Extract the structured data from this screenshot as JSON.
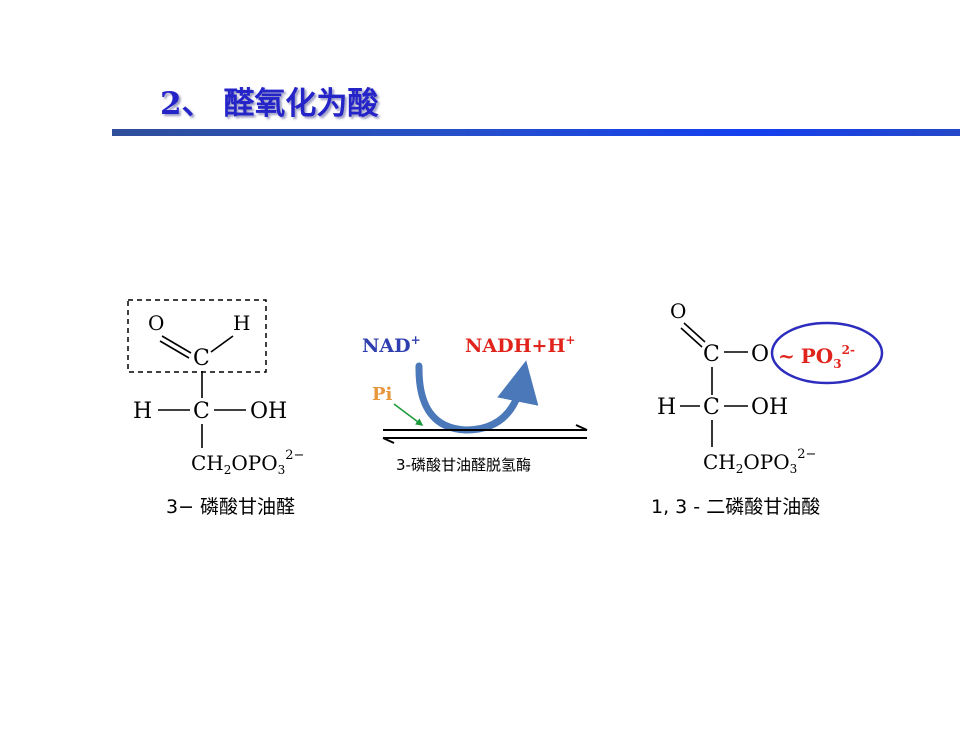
{
  "title": "2、 醛氧化为酸",
  "reactant": {
    "atom_o": "O",
    "atom_h_top": "H",
    "atom_c1": "C",
    "atom_h_left": "H",
    "atom_c2": "C",
    "group_oh": "OH",
    "group_ch2": "CH",
    "sub_2": "2",
    "group_opo": "OPO",
    "sub_3": "3",
    "charge": "2−",
    "name": "3− 磷酸甘油醛"
  },
  "reaction": {
    "nad": "NAD",
    "nad_charge": "+",
    "nadh": "NADH+H",
    "nadh_charge": "+",
    "pi": "Pi",
    "enzyme": "3-磷酸甘油醛脱氢酶"
  },
  "product": {
    "atom_o_top": "O",
    "atom_c1": "C",
    "atom_o_ester": "O",
    "phospho_tilde": "~",
    "phospho_po": "PO",
    "phospho_sub": "3",
    "phospho_charge": "2-",
    "atom_h_left": "H",
    "atom_c2": "C",
    "group_oh": "OH",
    "group_ch2": "CH",
    "sub_2": "2",
    "group_opo": "OPO",
    "sub_3": "3",
    "charge": "2−",
    "name": "1, 3 - 二磷酸甘油酸"
  },
  "colors": {
    "title": "#2424c8",
    "nad": "#2f3fb0",
    "nadh": "#e0241c",
    "pi": "#e8963c",
    "arc": "#4a78b8",
    "ellipse": "#2c2cbf"
  }
}
